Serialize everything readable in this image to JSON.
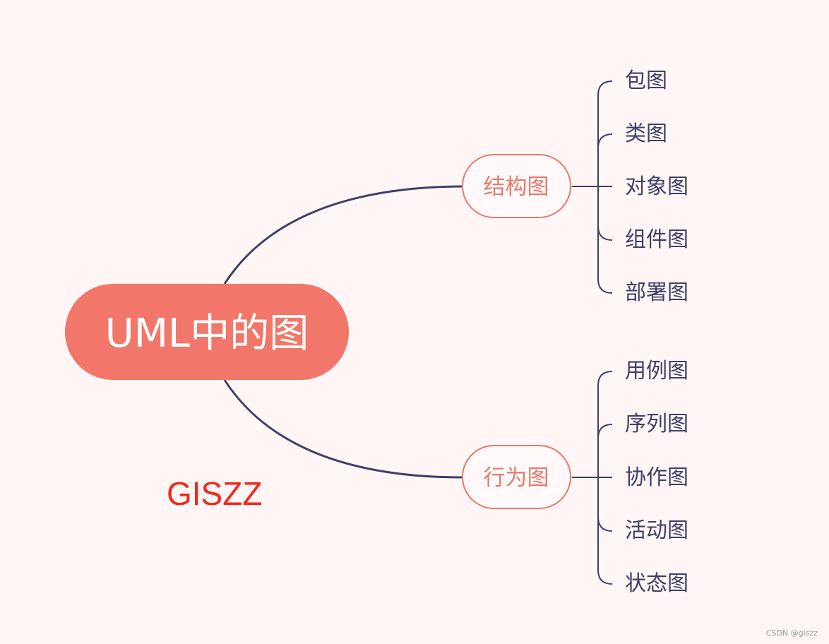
{
  "diagram": {
    "root": {
      "label": "UML中的图"
    },
    "branches": [
      {
        "id": "structural",
        "label": "结构图",
        "children": [
          "包图",
          "类图",
          "对象图",
          "组件图",
          "部署图"
        ]
      },
      {
        "id": "behavioral",
        "label": "行为图",
        "children": [
          "用例图",
          "序列图",
          "协作图",
          "活动图",
          "状态图"
        ]
      }
    ]
  },
  "watermark": "GISZZ",
  "footer": "CSDN @giszz",
  "colors": {
    "background": "#FFF6F5",
    "root_fill": "#F27669",
    "branch_stroke": "#E6796E",
    "branch_text": "#E6796E",
    "connector": "#3F4068",
    "leaf_text": "#3F4068",
    "watermark": "#F0281E"
  }
}
